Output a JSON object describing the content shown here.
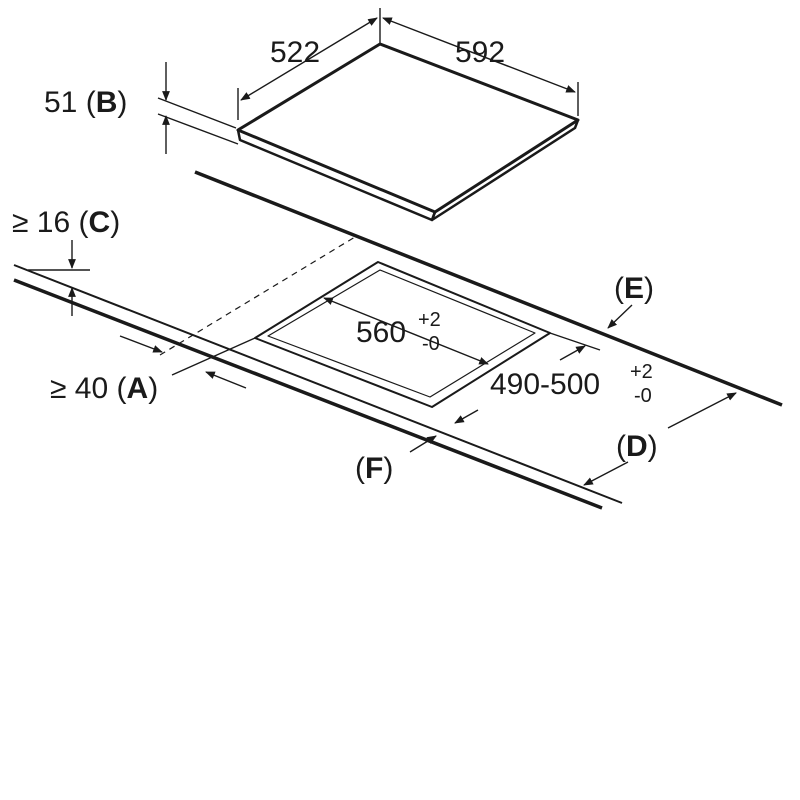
{
  "dimensions": {
    "hob_depth": "522",
    "hob_width": "592",
    "hob_height": "51",
    "cutout_width": "560",
    "cutout_width_tol_plus": "+2",
    "cutout_width_tol_minus": "-0",
    "cutout_depth": "490-500",
    "cutout_depth_tol_plus": "+2",
    "cutout_depth_tol_minus": "-0",
    "min_front_clearance": "≥ 40",
    "min_worktop_thickness": "≥ 16"
  },
  "labels": {
    "A": "A",
    "B": "B",
    "C": "C",
    "D": "D",
    "E": "E",
    "F": "F",
    "open_paren": "(",
    "close_paren": ")"
  },
  "colors": {
    "line": "#1a1a1a",
    "background": "#ffffff"
  }
}
